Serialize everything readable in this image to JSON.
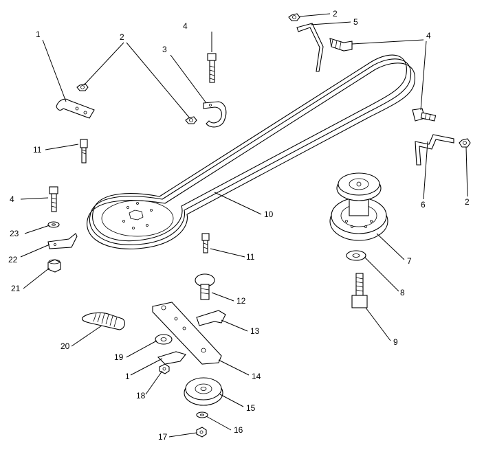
{
  "labels": {
    "l1a": "1",
    "l2a": "2",
    "l4a": "4",
    "l3": "3",
    "l2b": "2",
    "l5": "5",
    "l4b": "4",
    "l11a": "11",
    "l4c": "4",
    "l6": "6",
    "l2c": "2",
    "l23": "23",
    "l10": "10",
    "l22": "22",
    "l11b": "11",
    "l7": "7",
    "l21": "21",
    "l8": "8",
    "l12": "12",
    "l13": "13",
    "l9": "9",
    "l20": "20",
    "l19": "19",
    "l1b": "1",
    "l14": "14",
    "l18": "18",
    "l15": "15",
    "l16": "16",
    "l17": "17"
  }
}
